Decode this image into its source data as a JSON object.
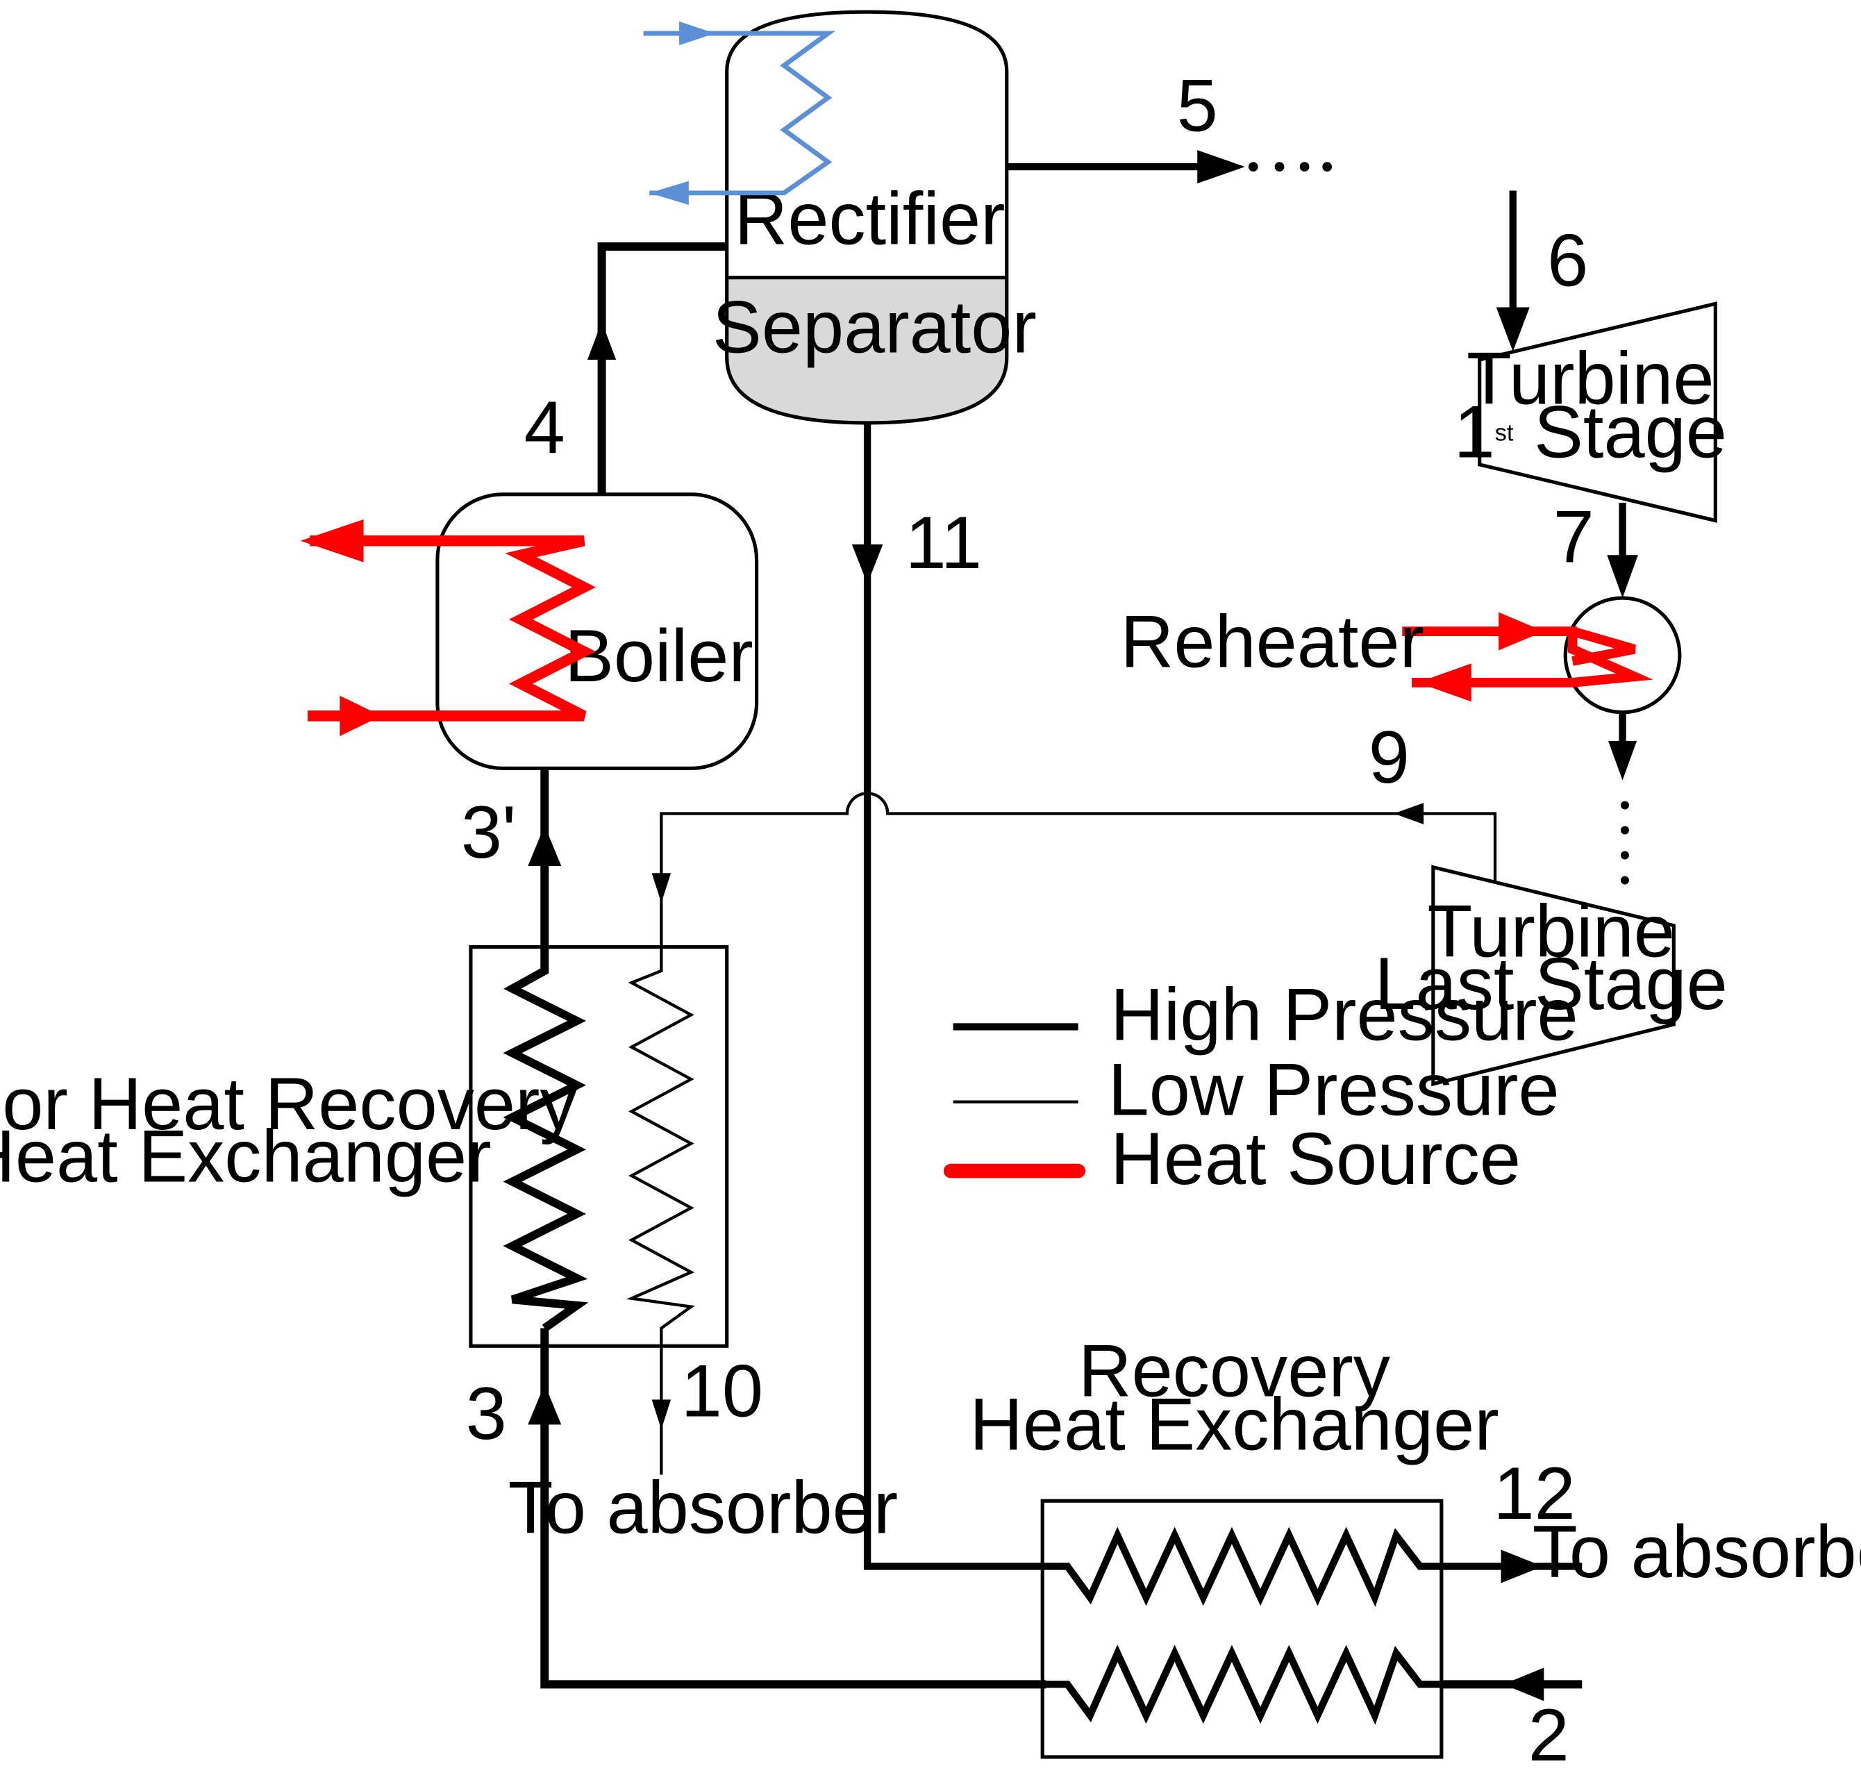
{
  "components": {
    "rectifier": "Rectifier",
    "separator": "Separator",
    "boiler": "Boiler",
    "turbine_first_line1": "Turbine",
    "turbine_first_line2_num": "1",
    "turbine_first_line2_sup": "st",
    "turbine_first_line2_rest": " Stage",
    "turbine_last_line1": "Turbine",
    "turbine_last_line2": "Last Stage",
    "reheater": "Reheater",
    "vhr_line1": "Vapor Heat  Recovery",
    "vhr_line2": "Heat Exchanger",
    "rhx_line1": "Recovery",
    "rhx_line2": "Heat Exchanger",
    "to_absorber_left": "To absorber",
    "to_absorber_right": "To absorber"
  },
  "states": {
    "s2": "2",
    "s3": "3",
    "s3p": "3'",
    "s4": "4",
    "s5": "5",
    "s6": "6",
    "s7": "7",
    "s9": "9",
    "s10": "10",
    "s11": "11",
    "s12": "12"
  },
  "legend": {
    "high": "High Pressure",
    "low": "Low Pressure",
    "heat": "Heat Source"
  },
  "colors": {
    "stream": "#000000",
    "heat_source": "#ff0000",
    "coolant": "#5b8fd6",
    "separator_fill": "#d9d9d9"
  }
}
